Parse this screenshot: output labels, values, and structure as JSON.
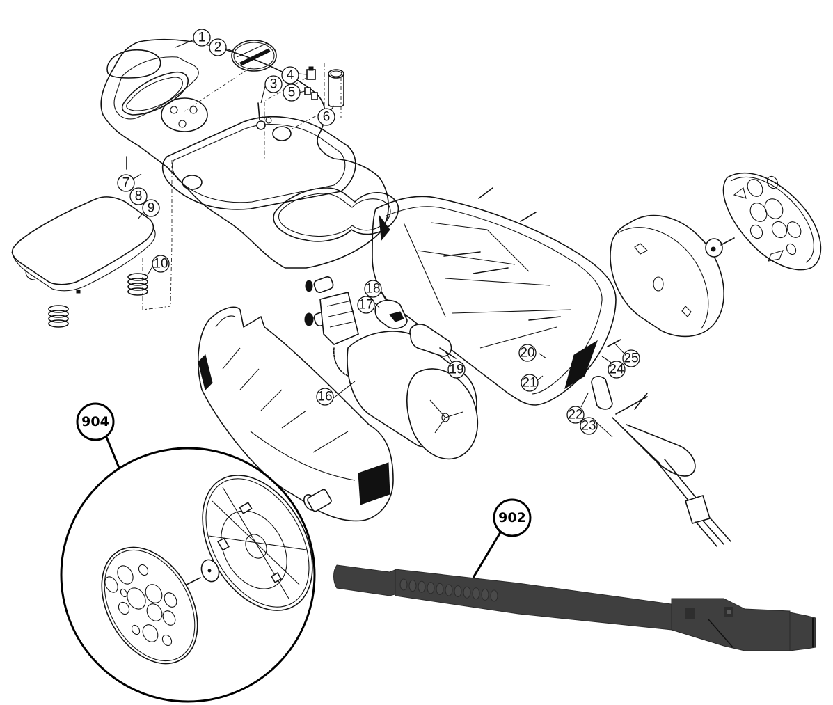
{
  "diagram": {
    "type": "exploded-parts-view",
    "callouts": [
      {
        "id": "c1",
        "label": "1"
      },
      {
        "id": "c2",
        "label": "2"
      },
      {
        "id": "c3",
        "label": "3"
      },
      {
        "id": "c4",
        "label": "4"
      },
      {
        "id": "c5",
        "label": "5"
      },
      {
        "id": "c6",
        "label": "6"
      },
      {
        "id": "c7",
        "label": "7"
      },
      {
        "id": "c8",
        "label": "8"
      },
      {
        "id": "c9",
        "label": "9"
      },
      {
        "id": "c10",
        "label": "10"
      },
      {
        "id": "c16",
        "label": "16"
      },
      {
        "id": "c17",
        "label": "17"
      },
      {
        "id": "c18",
        "label": "18"
      },
      {
        "id": "c19",
        "label": "19"
      },
      {
        "id": "c20",
        "label": "20"
      },
      {
        "id": "c21",
        "label": "21"
      },
      {
        "id": "c22",
        "label": "22"
      },
      {
        "id": "c23",
        "label": "23"
      },
      {
        "id": "c24",
        "label": "24"
      },
      {
        "id": "c25",
        "label": "25"
      }
    ],
    "major_callouts": [
      {
        "id": "m904",
        "label": "904"
      },
      {
        "id": "m902",
        "label": "902"
      }
    ],
    "components": [
      "top-cover",
      "cap",
      "switch",
      "connector",
      "detergent-bottle",
      "storage-tray",
      "spring",
      "pump-motor-assembly",
      "main-housing-rear",
      "main-housing-front",
      "wheel",
      "wheel-cap",
      "power-cord",
      "spray-lance",
      "wheel-detail-inset"
    ]
  }
}
